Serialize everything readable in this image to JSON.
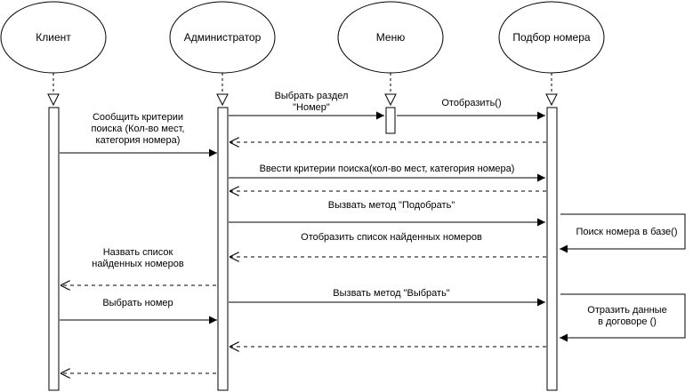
{
  "actors": [
    {
      "name": "Клиент"
    },
    {
      "name": "Администратор"
    },
    {
      "name": "Меню"
    },
    {
      "name": "Подбор номера"
    }
  ],
  "messages": [
    {
      "text": "Выбрать раздел\n\"Номер\""
    },
    {
      "text": "Отобразить()"
    },
    {
      "text": "Сообщить критерии\nпоиска (Кол-во мест,\nкатегория номера)"
    },
    {
      "text": "Ввести критерии поиска(кол-во мест, категория номера)"
    },
    {
      "text": "Вызвать метод \"Подобрать\""
    },
    {
      "text": "Поиск номера в базе()"
    },
    {
      "text": "Отобразить список найденных номеров"
    },
    {
      "text": "Назвать список\nнайденных номеров"
    },
    {
      "text": "Вызвать метод \"Выбрать\""
    },
    {
      "text": "Выбрать номер"
    },
    {
      "text": "Отразить данные\nв договоре ()"
    }
  ],
  "colors": {
    "stroke": "#000000",
    "background": "#ffffff"
  }
}
